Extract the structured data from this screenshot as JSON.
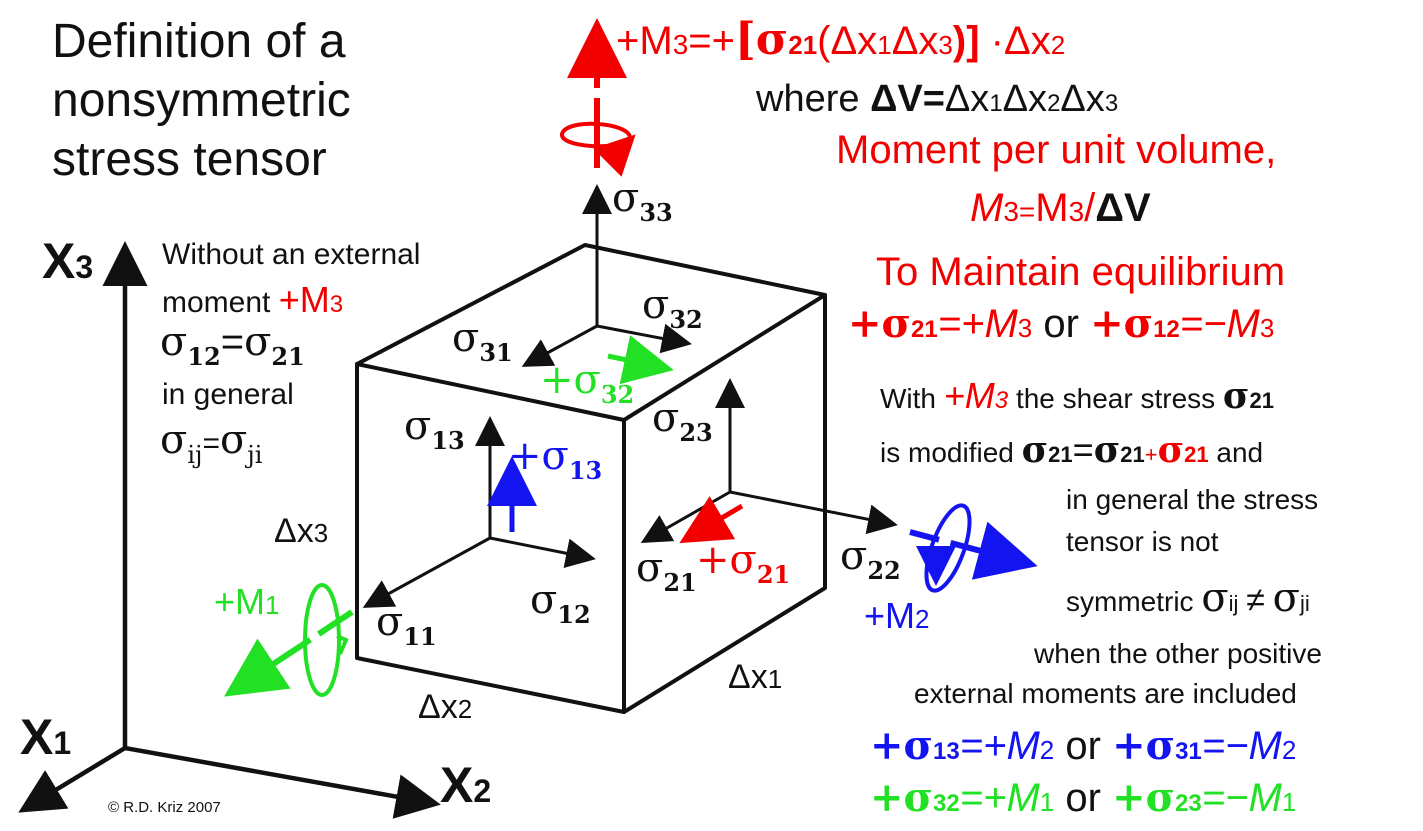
{
  "title": {
    "line1": "Definition of a",
    "line2": "nonsymmetric",
    "line3": "stress tensor"
  },
  "axes": {
    "x1": "X",
    "x1_sub": "1",
    "x2": "X",
    "x2_sub": "2",
    "x3": "X",
    "x3_sub": "3"
  },
  "increments": {
    "dx1": "Δx",
    "dx1_sub": "1",
    "dx2": "Δx",
    "dx2_sub": "2",
    "dx3": "Δx",
    "dx3_sub": "3"
  },
  "stresses": {
    "sym": "σ",
    "s11": "11",
    "s12": "12",
    "s13": "13",
    "s21": "21",
    "s22": "22",
    "s23": "23",
    "s31": "31",
    "s32": "32",
    "s33": "33"
  },
  "perturbations": {
    "p13": "+σ",
    "p13_sub": "13",
    "p32": "+σ",
    "p32_sub": "32",
    "p21": "+σ",
    "p21_sub": "21"
  },
  "moments": {
    "m1": "+M",
    "m1_sub": "1",
    "m2": "+M",
    "m2_sub": "2",
    "m3_label": "+M",
    "m3_sub": "3",
    "eq_lhs": "+M",
    "eq_lhs_sub": "3",
    "eq_eq": "=+",
    "eq_bracket_open": "[σ",
    "eq_bracket_sub": "21",
    "eq_paren": "(Δx",
    "eq_sub1": "1",
    "eq_dx3": "Δx",
    "eq_sub3": "3",
    "eq_close": ")]",
    "eq_dot": "·",
    "eq_dx2": "Δx",
    "eq_sub2": "2"
  },
  "where_line": {
    "where": "where",
    "dv": "ΔV=",
    "dx1": "Δx",
    "s1": "1",
    "dx2": "Δx",
    "s2": "2",
    "dx3": "Δx",
    "s3": "3"
  },
  "moment_per_volume": {
    "line1": "Moment per unit volume,",
    "lhs": "M",
    "lhs_sub": "3",
    "eq": "=",
    "rhs": "M",
    "rhs_sub": "3",
    "div": "/",
    "dv": "ΔV"
  },
  "equilibrium": {
    "heading": "To Maintain equilibrium",
    "lhs1": "+σ",
    "lhs1_sub": "21",
    "rhs1": "=+M",
    "rhs1_sub": "3",
    "or": "or",
    "lhs2": "+σ",
    "lhs2_sub": "12",
    "rhs2": "=−M",
    "rhs2_sub": "3"
  },
  "left_note": {
    "line1": "Without an external",
    "line2": "moment",
    "m": "+M",
    "m_sub": "3",
    "eq1_a": "σ",
    "eq1_a_sub": "12",
    "eq1_eq": "=",
    "eq1_b": "σ",
    "eq1_b_sub": "21",
    "line4": "in general",
    "eq2_a": "σ",
    "eq2_a_sub": "ij",
    "eq2_eq": "=",
    "eq2_b": "σ",
    "eq2_b_sub": "ji"
  },
  "right_note": {
    "with": "With",
    "m": "+M",
    "m_sub": "3",
    "shear": "the shear stress",
    "sig": "σ",
    "sig_sub": "21",
    "modified": "is modified",
    "a": "σ",
    "a_sub": "21",
    "eq": "=",
    "b": "σ",
    "b_sub": "21",
    "plus": "+",
    "c": "σ",
    "c_sub": "21",
    "and": "and",
    "l3": "in general the stress",
    "l4": "tensor is not",
    "l5": "symmetric",
    "ne_a": "σ",
    "ne_a_sub": "ij",
    "ne": "≠",
    "ne_b": "σ",
    "ne_b_sub": "ji",
    "l6": "when the other positive",
    "l7": "external moments are included"
  },
  "bottom_eqs": {
    "b1_lhs": "+σ",
    "b1_lhs_sub": "13",
    "b1_rhs": "=+M",
    "b1_rhs_sub": "2",
    "b1_or": "or",
    "b1_lhs2": "+σ",
    "b1_lhs2_sub": "31",
    "b1_rhs2": "=−M",
    "b1_rhs2_sub": "2",
    "b2_lhs": "+σ",
    "b2_lhs_sub": "32",
    "b2_rhs": "=+M",
    "b2_rhs_sub": "1",
    "b2_or": "or",
    "b2_lhs2": "+σ",
    "b2_lhs2_sub": "23",
    "b2_rhs2": "=−M",
    "b2_rhs2_sub": "1"
  },
  "copyright": "© R.D. Kriz 2007",
  "colors": {
    "red": "#f20000",
    "green": "#22e024",
    "blue": "#1414f0",
    "black": "#111111"
  }
}
